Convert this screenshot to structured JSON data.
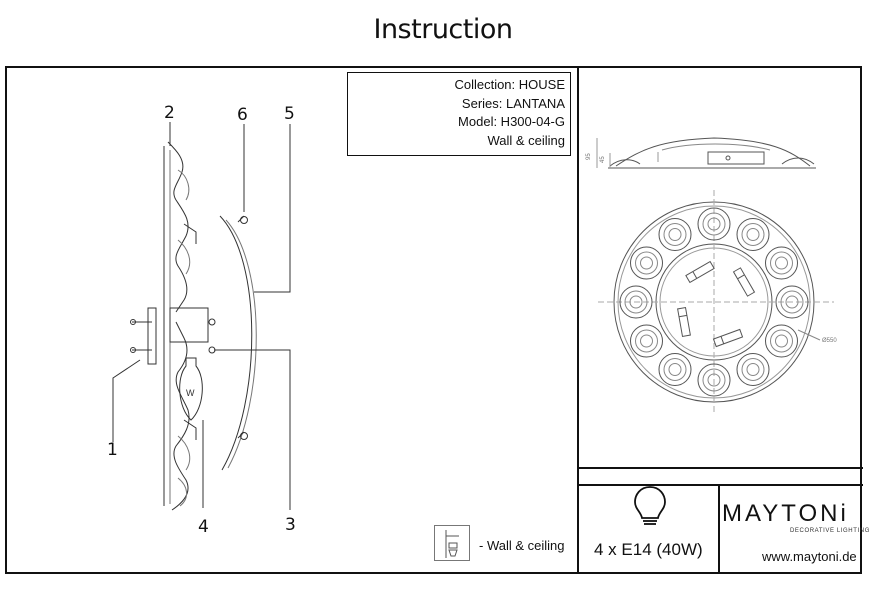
{
  "title": "Instruction",
  "info": {
    "collection": "Collection: HOUSE",
    "series": "Series: LANTANA",
    "model": "Model: H300-04-G",
    "mount": "Wall & ceiling"
  },
  "callouts": [
    "1",
    "2",
    "3",
    "4",
    "5",
    "6"
  ],
  "legend": {
    "text": "- Wall & ceiling",
    "icon": "wall-ceiling-mount-icon"
  },
  "top_view": {
    "height_label": "95",
    "height_label2": "45",
    "diameter_label": "Ø550"
  },
  "spec": {
    "bulb_icon": "light-bulb-icon",
    "lamps": "4 x E14 (40W)"
  },
  "brand": {
    "name": "MAYTONi",
    "tagline": "DECORATIVE LIGHTING",
    "website": "www.maytoni.de"
  }
}
